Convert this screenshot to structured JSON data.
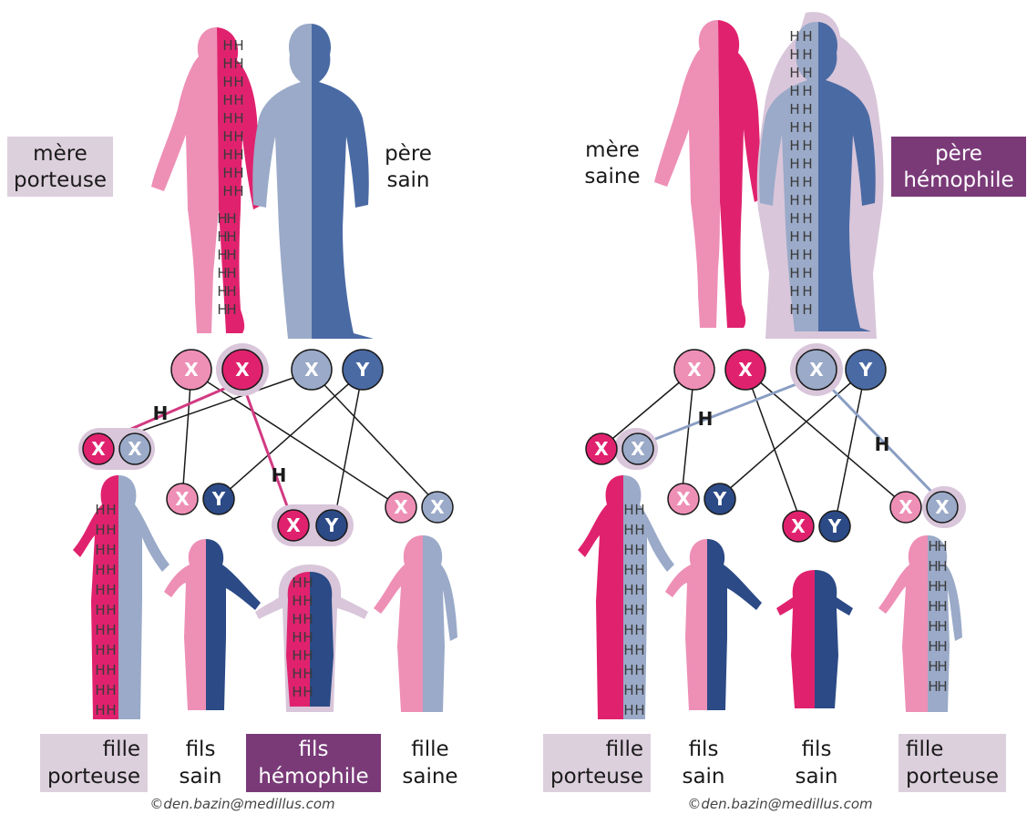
{
  "colors": {
    "pink_light": "#ee8fb6",
    "magenta": "#e0226e",
    "blue_light": "#9aaac8",
    "blue_dark": "#4a6aa4",
    "navy": "#2b4a86",
    "label_bg": "#ddd0dd",
    "label_bg_dark": "#7a3a78",
    "halo": "#d9c6da"
  },
  "allele_letter": "H",
  "left": {
    "mother_label": [
      "mère",
      "porteuse"
    ],
    "father_label": [
      "père",
      "sain"
    ],
    "parent_chromosomes": [
      "X",
      "X",
      "X",
      "Y"
    ],
    "children_labels": [
      [
        "fille",
        "porteuse"
      ],
      [
        "fils",
        "sain"
      ],
      [
        "fils",
        "hémophile"
      ],
      [
        "fille",
        "saine"
      ]
    ],
    "children_chromosomes": [
      [
        "X",
        "X"
      ],
      [
        "X",
        "Y"
      ],
      [
        "X",
        "Y"
      ],
      [
        "X",
        "X"
      ]
    ]
  },
  "right": {
    "mother_label": [
      "mère",
      "saine"
    ],
    "father_label": [
      "père",
      "hémophile"
    ],
    "parent_chromosomes": [
      "X",
      "X",
      "X",
      "Y"
    ],
    "children_labels": [
      [
        "fille",
        "porteuse"
      ],
      [
        "fils",
        "sain"
      ],
      [
        "fils",
        "sain"
      ],
      [
        "fille",
        "porteuse"
      ]
    ],
    "children_chromosomes": [
      [
        "X",
        "X"
      ],
      [
        "X",
        "Y"
      ],
      [
        "X",
        "Y"
      ],
      [
        "X",
        "X"
      ]
    ]
  },
  "credit": "©den.bazin@medillus.com"
}
